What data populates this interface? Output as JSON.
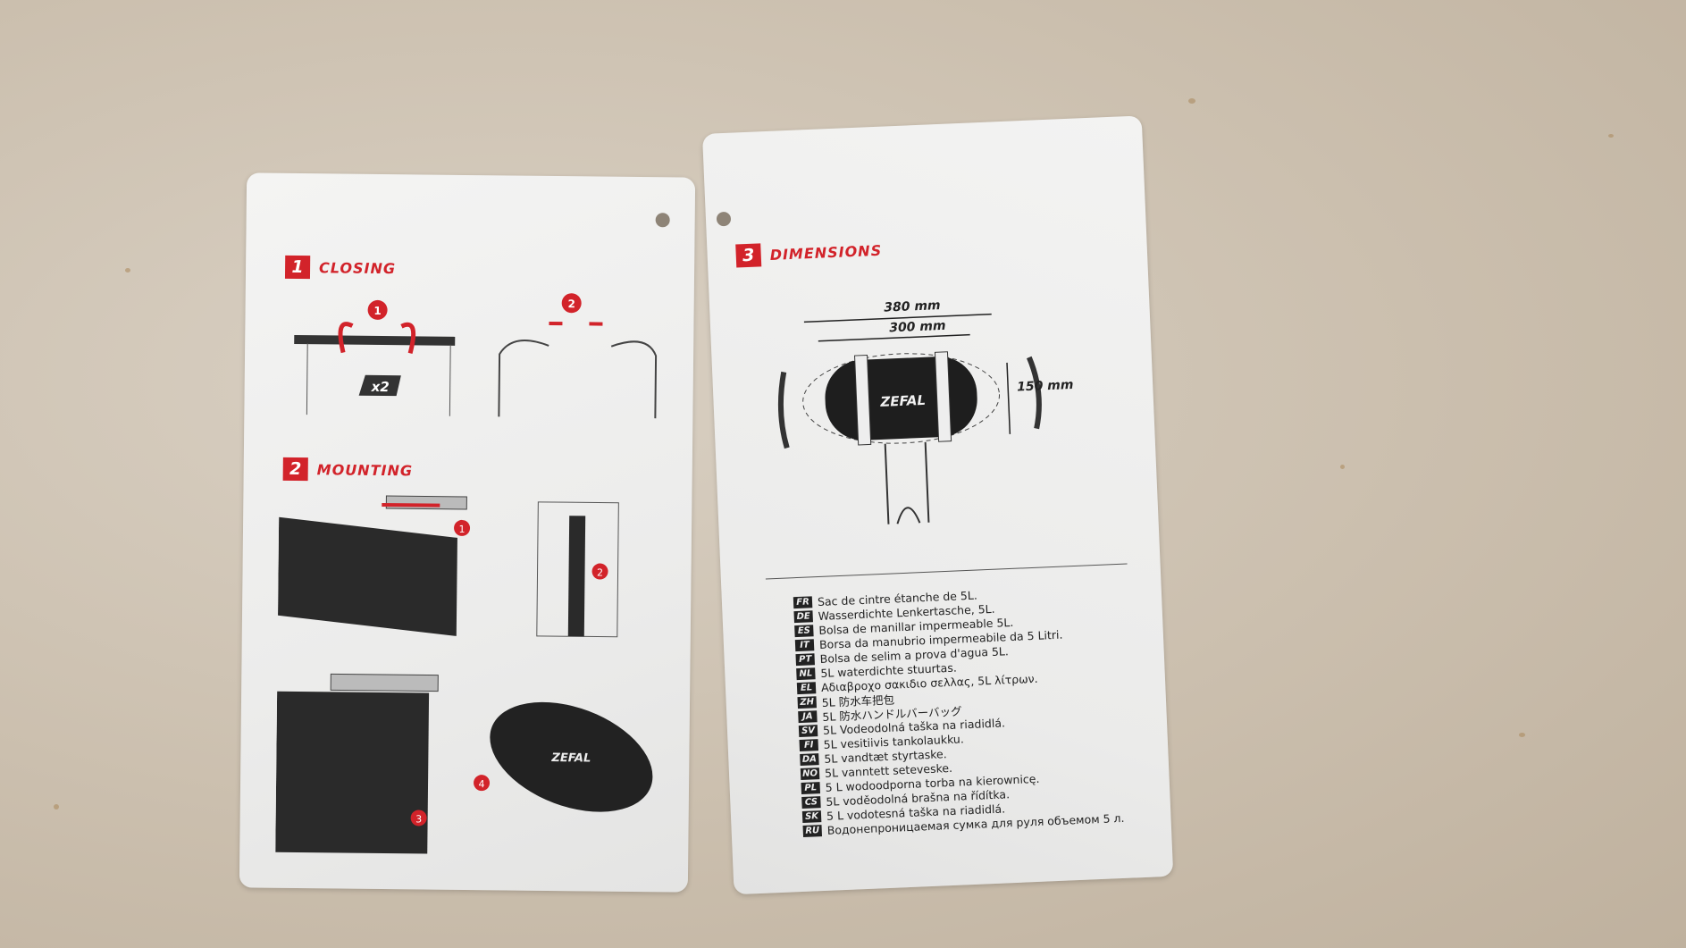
{
  "left_page": {
    "closing": {
      "number": "1",
      "title": "CLOSING",
      "step_markers": [
        "1",
        "2"
      ],
      "multiplier": "x2"
    },
    "mounting": {
      "number": "2",
      "title": "MOUNTING",
      "step_markers": [
        "1",
        "2",
        "3",
        "4"
      ],
      "brand_on_bag": "ZEFAL"
    }
  },
  "right_page": {
    "dimensions": {
      "number": "3",
      "title": "DIMENSIONS",
      "total_width": "380 mm",
      "bag_width": "300 mm",
      "height": "150 mm",
      "brand": "ZEFAL"
    },
    "languages": [
      {
        "code": "FR",
        "text": "Sac de cintre étanche de 5L."
      },
      {
        "code": "DE",
        "text": "Wasserdichte Lenkertasche, 5L."
      },
      {
        "code": "ES",
        "text": "Bolsa de manillar impermeable 5L."
      },
      {
        "code": "IT",
        "text": "Borsa da manubrio impermeabile da 5 Litri."
      },
      {
        "code": "PT",
        "text": "Bolsa de selim a prova d'agua 5L."
      },
      {
        "code": "NL",
        "text": "5L waterdichte stuurtas."
      },
      {
        "code": "EL",
        "text": "Αδιαβροχο σακιδιο σελλας, 5L λίτρων."
      },
      {
        "code": "ZH",
        "text": "5L 防水车把包"
      },
      {
        "code": "JA",
        "text": "5L 防水ハンドルバーバッグ"
      },
      {
        "code": "SV",
        "text": "5L Vodeodolná taška na riadidlá."
      },
      {
        "code": "FI",
        "text": "5L vesitiivis tankolaukku."
      },
      {
        "code": "DA",
        "text": "5L vandtæt styrtaske."
      },
      {
        "code": "NO",
        "text": "5L vanntett seteveske."
      },
      {
        "code": "PL",
        "text": "5 L wodoodporna torba na kierownicę."
      },
      {
        "code": "CS",
        "text": "5L voděodolná brašna na řídítka."
      },
      {
        "code": "SK",
        "text": "5 L vodotesná taška na riadidlá."
      },
      {
        "code": "RU",
        "text": "Водонепроницаемая сумка для руля объемом 5 л."
      }
    ]
  },
  "colors": {
    "accent": "#d2232a",
    "card": "#f1f1f0",
    "background": "#cbbfae"
  }
}
